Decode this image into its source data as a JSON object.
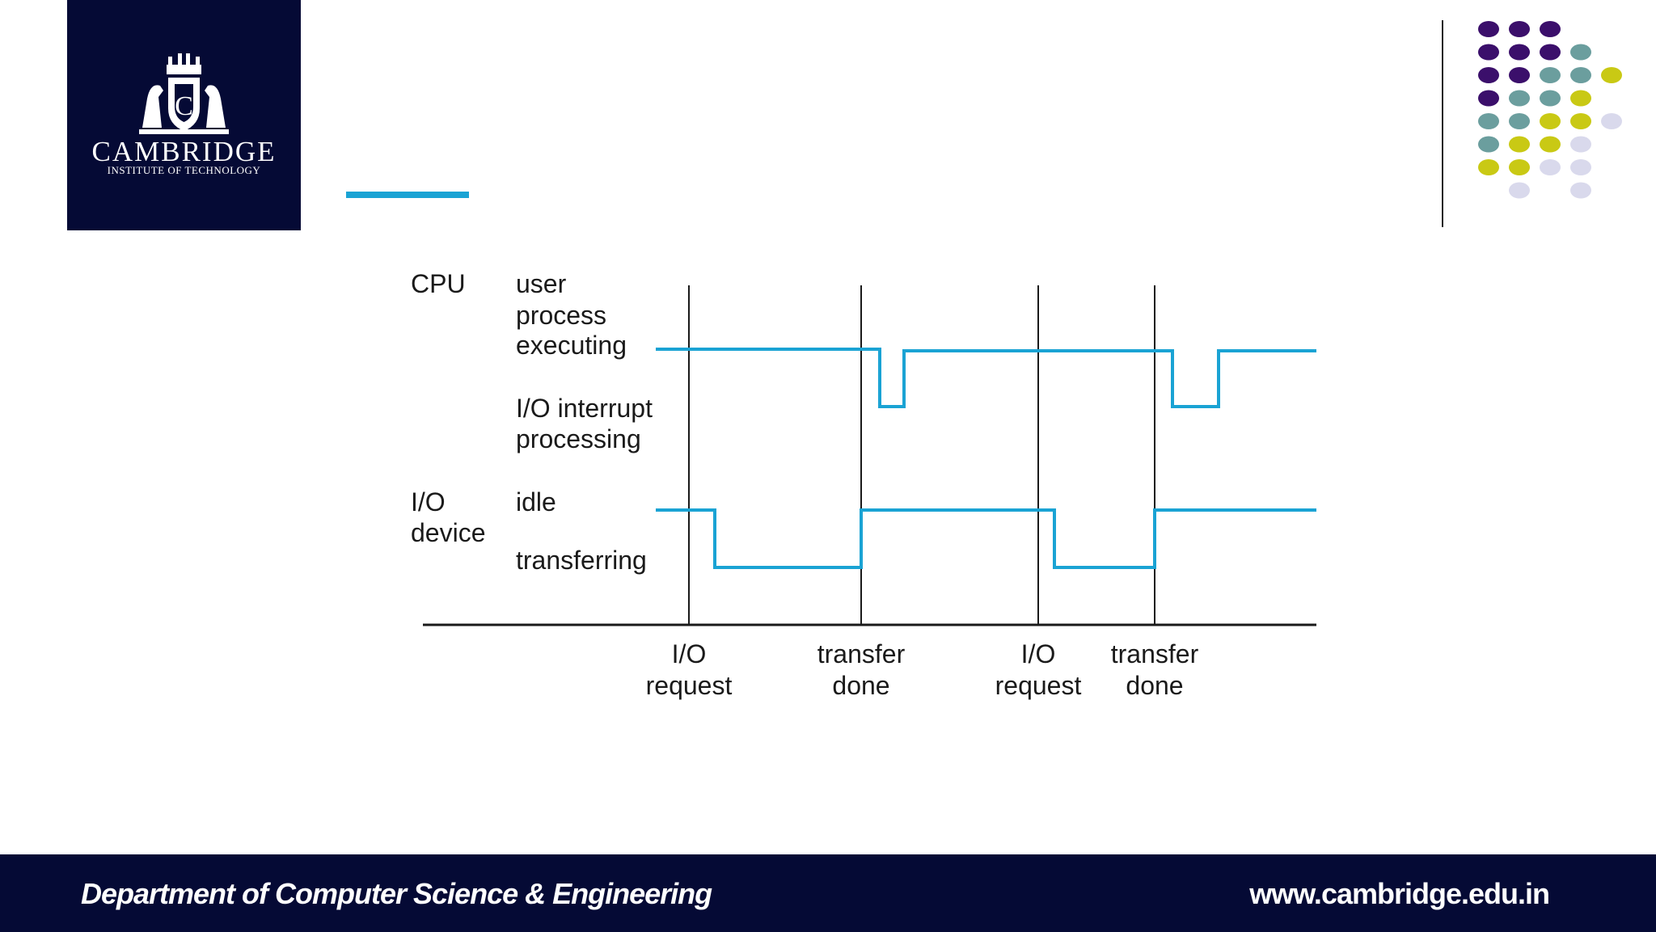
{
  "logo": {
    "name": "CAMBRIDGE",
    "subtitle": "INSTITUTE OF TECHNOLOGY",
    "background": "#050a35"
  },
  "colors": {
    "signal": "#1aa3d4",
    "dot_purple": "#3b0f6b",
    "dot_teal": "#6b9e9e",
    "dot_yellow": "#c9c914",
    "dot_lavender": "#d9d9ec"
  },
  "diagram": {
    "cpu_label": "CPU",
    "cpu_high": [
      "user",
      "process",
      "executing"
    ],
    "cpu_low": [
      "I/O interrupt",
      "processing"
    ],
    "io_label": [
      "I/O",
      "device"
    ],
    "io_high": "idle",
    "io_low": "transferring",
    "events": [
      {
        "lines": [
          "I/O",
          "request"
        ]
      },
      {
        "lines": [
          "transfer",
          "done"
        ]
      },
      {
        "lines": [
          "I/O",
          "request"
        ]
      },
      {
        "lines": [
          "transfer",
          "done"
        ]
      }
    ]
  },
  "footer": {
    "department": "Department of Computer Science & Engineering",
    "url": "www.cambridge.edu.in"
  }
}
